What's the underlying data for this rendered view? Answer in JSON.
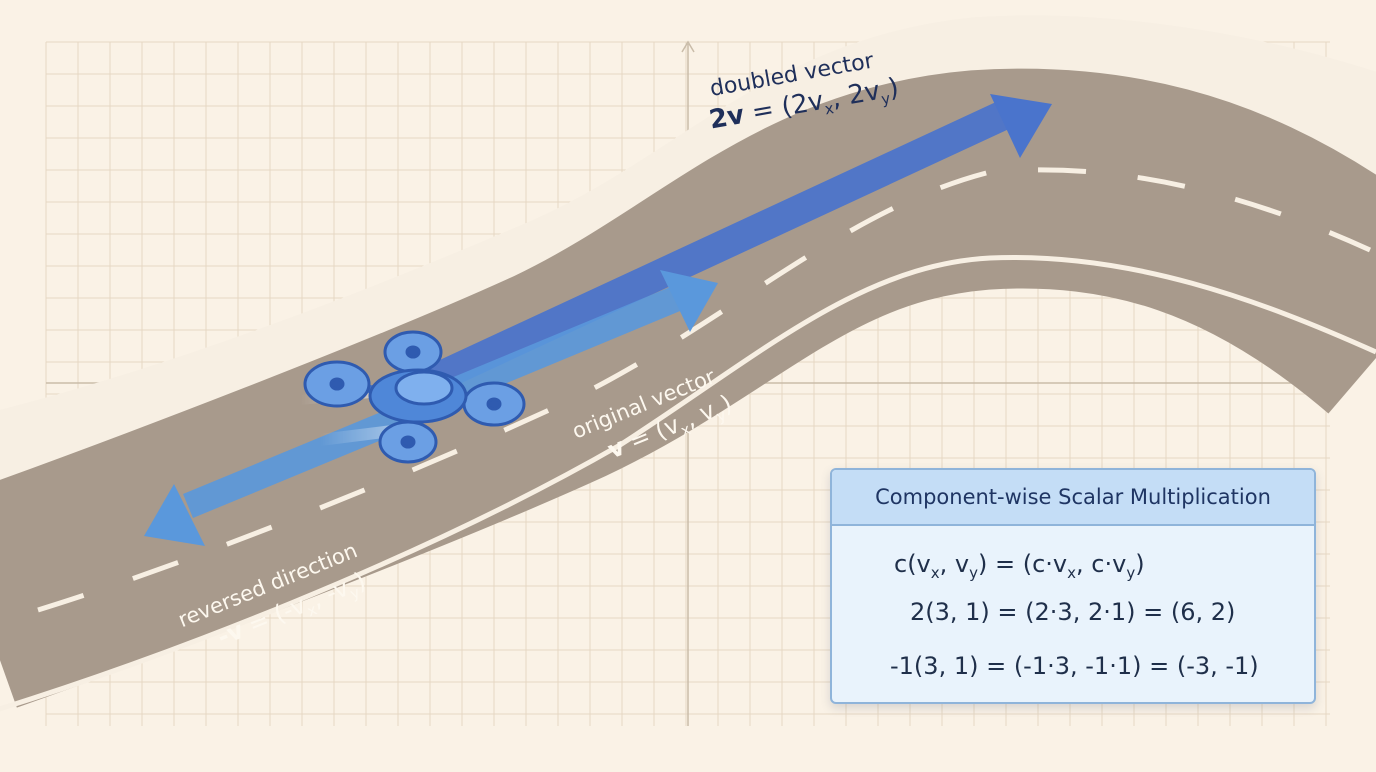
{
  "labels": {
    "doubled": {
      "line1": "doubled vector",
      "bold": "2v",
      "rest": " = (2v",
      "sub1": "x",
      "mid": ", 2v",
      "sub2": "y",
      "end": ")"
    },
    "original": {
      "line1": "original vector",
      "bold": "v",
      "rest": " = (v",
      "sub1": "x",
      "mid": ", v",
      "sub2": "y",
      "end": ")"
    },
    "reversed": {
      "line1": "reversed direction",
      "bold": "-v",
      "rest": " = (-v",
      "sub1": "x",
      "mid": ", -v",
      "sub2": "y",
      "end": ")"
    }
  },
  "info_box": {
    "title": "Component-wise Scalar Multiplication",
    "f1": {
      "a": "c(v",
      "s1": "x",
      "b": ", v",
      "s2": "y",
      "c": ") = (c·v",
      "s3": "x",
      "d": ", c·v",
      "s4": "y",
      "e": ")"
    },
    "f2": "2(3, 1) = (2·3, 2·1) = (6, 2)",
    "f3": "-1(3, 1) = (-1·3, -1·1) = (-3, -1)"
  },
  "colors": {
    "background": "#faf2e6",
    "grid": "#e6d8c4",
    "road": "#a89a8c",
    "road_edge": "#f7efe3",
    "arrow_doubled": "#4a74cc",
    "arrow_original": "#5a98dc",
    "drone": "#4f87d8",
    "box_fill": "#e9f3fc",
    "box_header": "#c4ddf6"
  },
  "icons": {
    "drone": "quadcopter-drone-icon"
  }
}
